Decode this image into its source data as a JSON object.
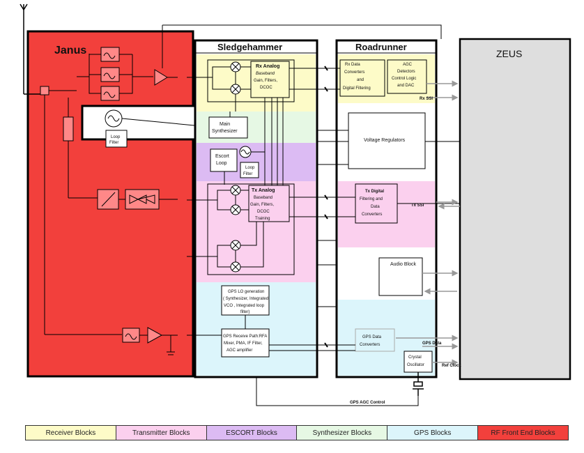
{
  "colors": {
    "receiver": "#fdfbc8",
    "transmitter": "#fbd0ee",
    "escort": "#dcbbf3",
    "synthesizer": "#e6f8e4",
    "gps": "#dcf5fb",
    "rf_front_end": "#f2403c",
    "zeus": "#dedede"
  },
  "blocks": {
    "janus": "Janus",
    "sledgehammer": "Sledgehammer",
    "roadrunner": "Roadrunner",
    "zeus": "ZEUS"
  },
  "labels": {
    "rx_analog": [
      "Rx Analog",
      "Baseband",
      "Gain, Filters,",
      "DCOC"
    ],
    "main_synth": [
      "Main",
      "Synthesizer"
    ],
    "loop_filter_1": [
      "Loop",
      "Filter"
    ],
    "escort_loop": [
      "Escort",
      "Loop"
    ],
    "loop_filter_2": [
      "Loop",
      "Filter"
    ],
    "tx_analog": [
      "Tx Analog",
      "Baseband",
      "Gain, Filters,",
      "DCOC",
      "Training"
    ],
    "gps_lo": [
      "GPS LO generation",
      "( Synthesizer, Integrated",
      "VCO , Integrated loop",
      "filter)"
    ],
    "gps_receive": [
      "GPS Receive Path:RFA",
      "Mixer, PMA, IF Filter,",
      "AGC amplifier"
    ],
    "rx_data_conv": [
      "Rx Data",
      "Converters",
      "and",
      "Digital Filtering"
    ],
    "agc_detectors": [
      "AGC",
      "Detectors",
      "Control Logic",
      "and DAC"
    ],
    "voltage_regulators": "Voltage Regulators",
    "tx_digital": [
      "Tx Digital",
      "Filtering and",
      "Data",
      "Converters"
    ],
    "audio_block": "Audio Block",
    "gps_data_conv": [
      "GPS Data",
      "Converters"
    ],
    "crystal_osc": [
      "Crystal",
      "Oscillator"
    ],
    "rx_ssi": "Rx SSI",
    "tx_ssi": "Tx SSI",
    "gps_data": "GPS Data",
    "ref_clock": "Ref Clock",
    "gps_agc_control": "GPS AGC Control"
  },
  "legend": [
    {
      "label": "Receiver Blocks",
      "color": "#fdfbc8"
    },
    {
      "label": "Transmitter Blocks",
      "color": "#fbd0ee"
    },
    {
      "label": "ESCORT Blocks",
      "color": "#dcbbf3"
    },
    {
      "label": "Synthesizer Blocks",
      "color": "#e6f8e4"
    },
    {
      "label": "GPS Blocks",
      "color": "#dcf5fb"
    },
    {
      "label": "RF Front End Blocks",
      "color": "#f2403c"
    }
  ]
}
